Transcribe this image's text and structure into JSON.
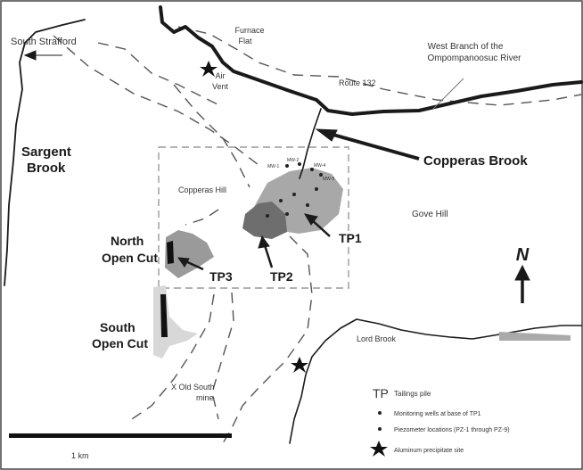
{
  "labels": {
    "south_strafford": "South Strafford",
    "furnace_flat_1": "Furnace",
    "furnace_flat_2": "Flat",
    "air_vent_1": "Air",
    "air_vent_2": "Vent",
    "west_branch_1": "West Branch of the",
    "west_branch_2": "Ompompanoosuc River",
    "route": "Route 132",
    "sargent_1": "Sargent",
    "sargent_2": "Brook",
    "copperas_brook": "Copperas Brook",
    "copperas_hill": "Copperas Hill",
    "gove_hill": "Gove Hill",
    "tp1": "TP1",
    "tp2": "TP2",
    "tp3": "TP3",
    "north_cut_1": "North",
    "north_cut_2": "Open Cut",
    "south_cut_1": "South",
    "south_cut_2": "Open Cut",
    "lord_brook": "Lord Brook",
    "old_south_1": "X  Old South",
    "old_south_2": "mine",
    "north": "N",
    "scale": "1 km",
    "well_1": "MW-1",
    "well_2": "MW-2",
    "well_4": "MW-4",
    "well_5": "MW-5"
  },
  "legend": {
    "tp_abbrev": "TP",
    "tp_text": "Tailings pile",
    "wells": "Monitoring wells at base of TP1",
    "piezo": "Piezometer locations (PZ-1 through PZ-9)",
    "aluminum": "Aluminum precipitate site"
  },
  "colors": {
    "line": "#1a1a1a",
    "dash": "#555555",
    "study_area": "#999999",
    "tp1": "#a8a8a8",
    "tp2": "#6e6e6e",
    "tp3": "#9a9a9a",
    "south_cut": "#d8d8d8"
  }
}
